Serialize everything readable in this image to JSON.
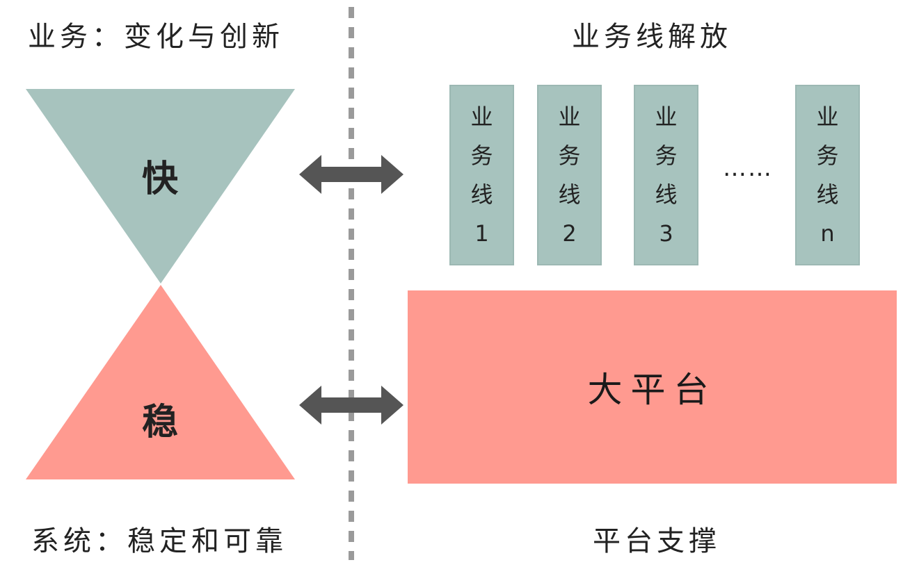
{
  "headings": {
    "top_left": "业务：变化与创新",
    "bottom_left": "系统：稳定和可靠",
    "top_right": "业务线解放",
    "bottom_right": "平台支撑"
  },
  "hourglass": {
    "top_label": "快",
    "bottom_label": "稳"
  },
  "business_lines": [
    {
      "chars": [
        "业",
        "务",
        "线",
        "1"
      ]
    },
    {
      "chars": [
        "业",
        "务",
        "线",
        "2"
      ]
    },
    {
      "chars": [
        "业",
        "务",
        "线",
        "3"
      ]
    },
    {
      "chars": [
        "业",
        "务",
        "线",
        "n"
      ]
    }
  ],
  "ellipsis": "……",
  "platform": {
    "label": "大平台"
  },
  "colors": {
    "fast": "#a7c3be",
    "stable": "#ff9a90",
    "arrow": "#555555",
    "divider": "#9a9a9a"
  }
}
